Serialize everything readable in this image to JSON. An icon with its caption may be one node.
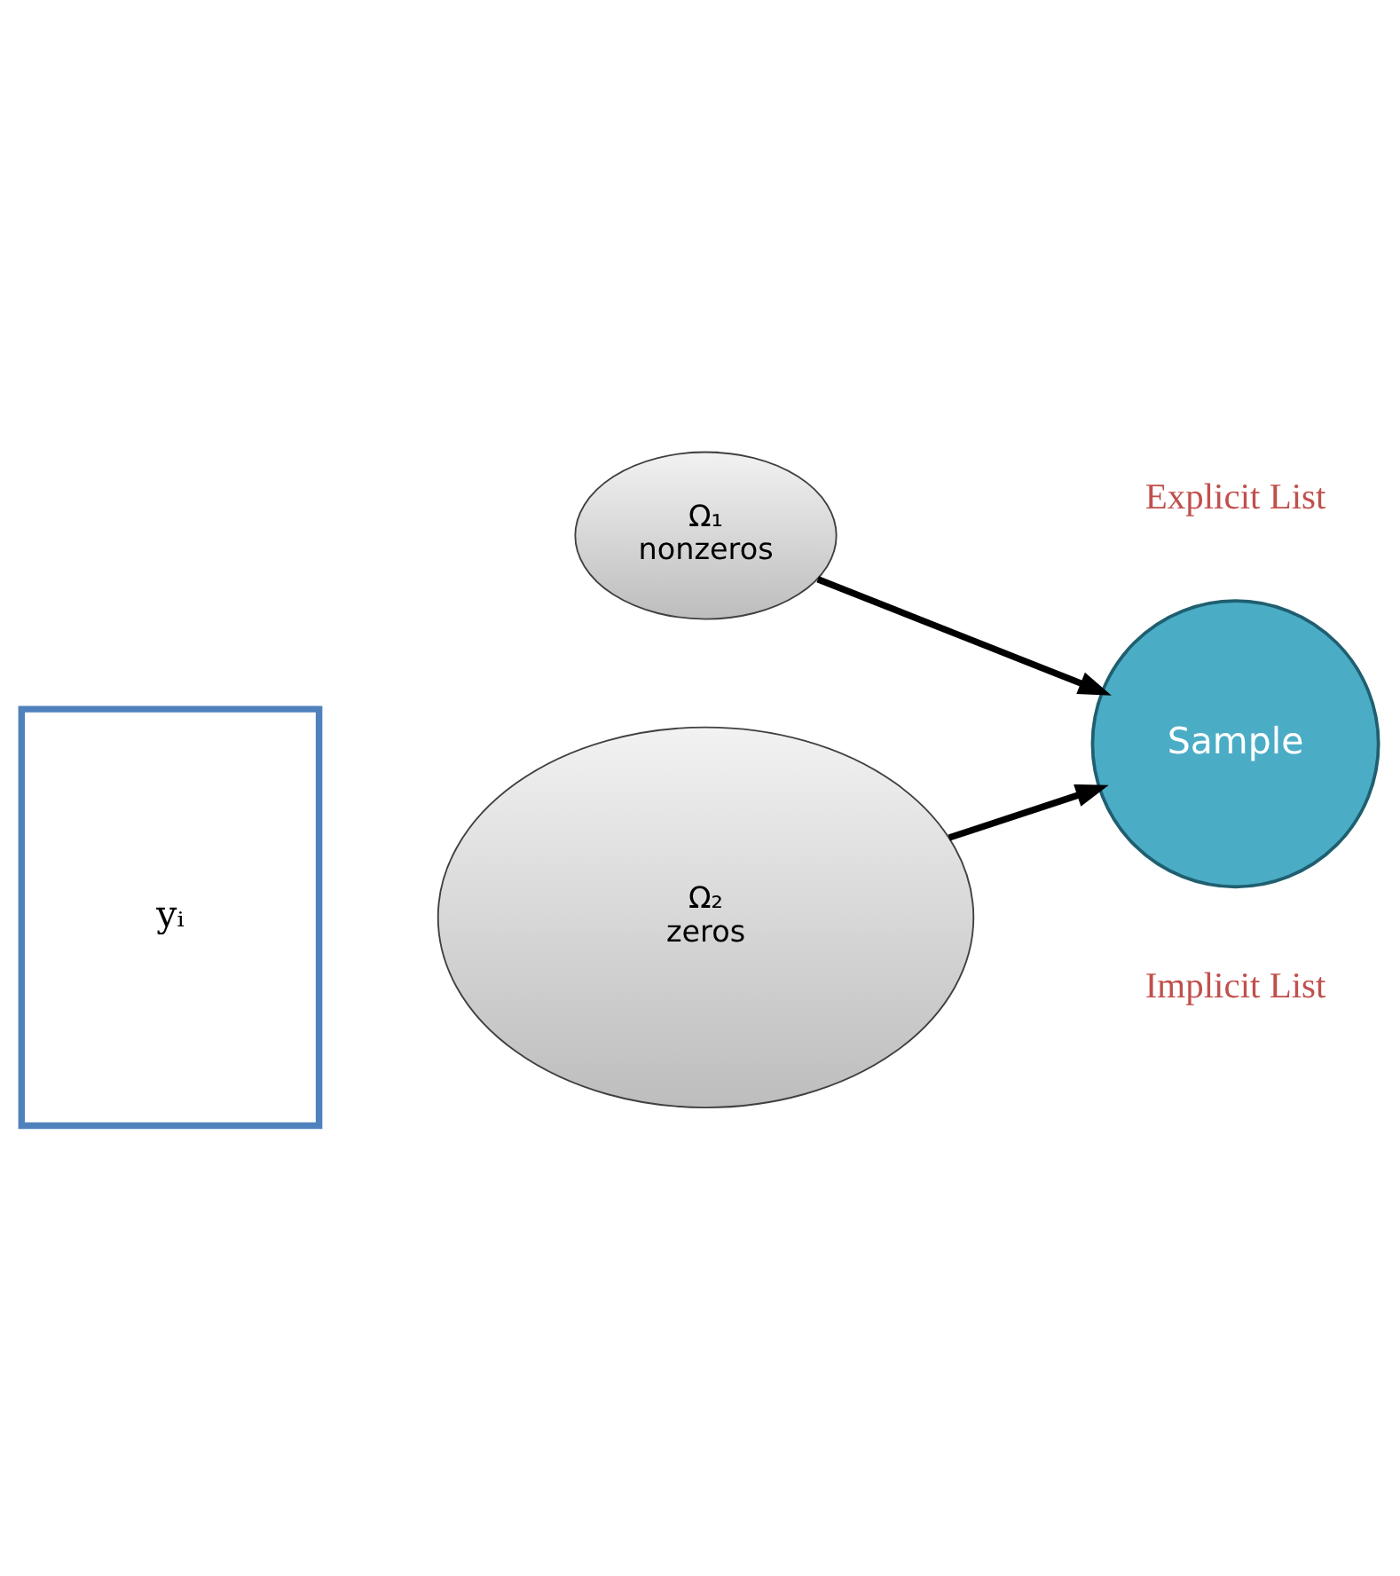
{
  "diagram": {
    "nodes": [
      {
        "text": [
          "Ω₁",
          "nonzeros"
        ]
      },
      {
        "text": [
          "Sample"
        ]
      },
      {
        "text": [
          "Ω₂",
          "zeros"
        ]
      },
      {
        "text": [
          "yᵢ"
        ]
      }
    ],
    "edges": [
      {
        "from": 0,
        "to": 1,
        "arrow": "to"
      },
      {
        "from": 2,
        "to": 1,
        "arrow": "to"
      }
    ],
    "labels": [
      "Explicit List",
      "Implicit List"
    ]
  }
}
